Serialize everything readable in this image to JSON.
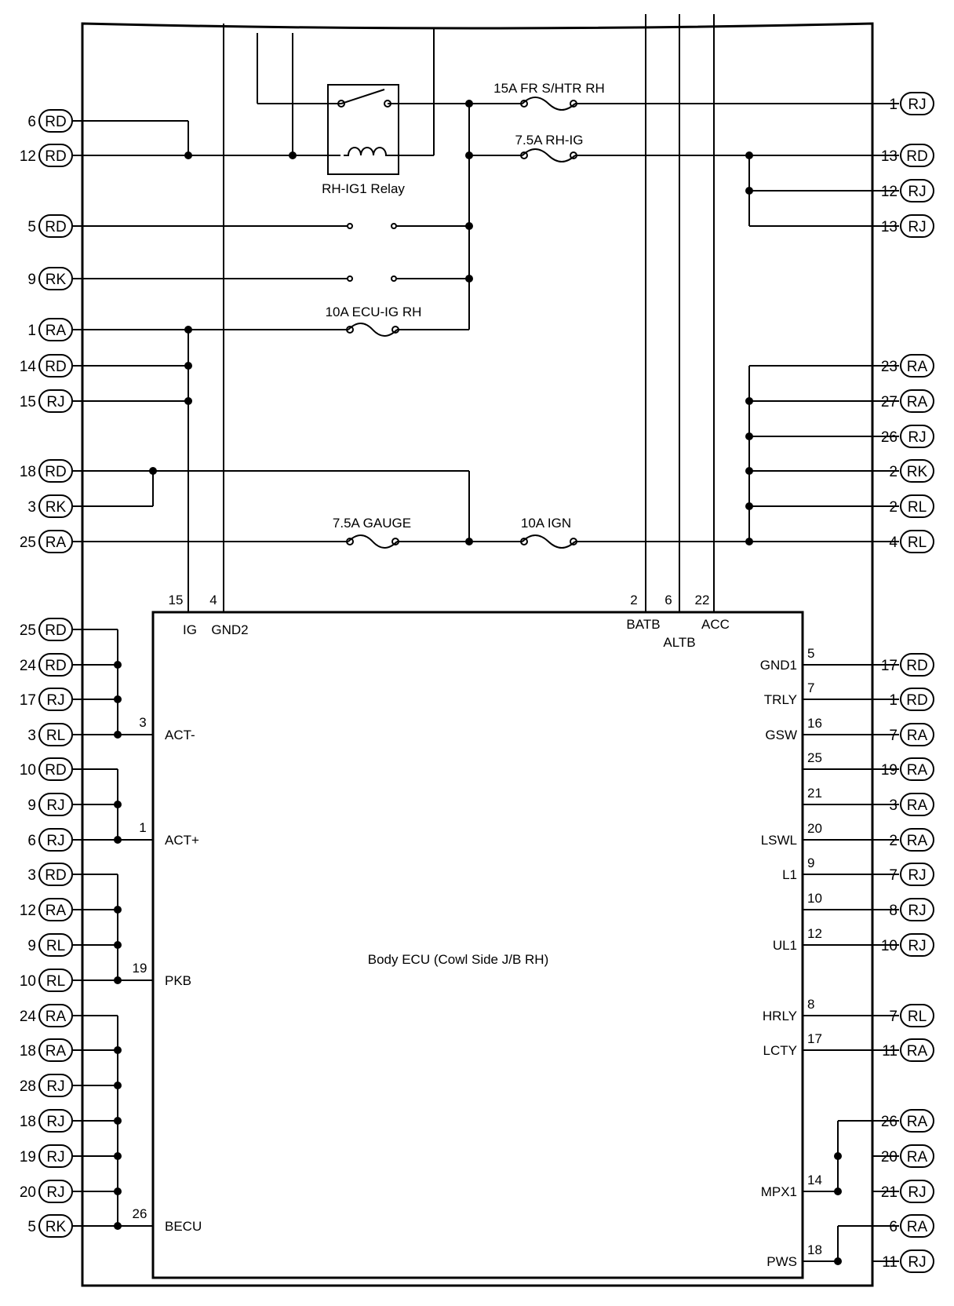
{
  "ecu": {
    "title": "Body ECU (Cowl Side J/B RH)",
    "top_pins": [
      {
        "num": "15",
        "name": "IG"
      },
      {
        "num": "4",
        "name": "GND2"
      },
      {
        "num": "2",
        "name": "BATB"
      },
      {
        "num": "6",
        "name": "ALTB"
      },
      {
        "num": "22",
        "name": "ACC"
      }
    ],
    "left_pins": [
      {
        "num": "3",
        "name": "ACT-"
      },
      {
        "num": "1",
        "name": "ACT+"
      },
      {
        "num": "19",
        "name": "PKB"
      },
      {
        "num": "26",
        "name": "BECU"
      }
    ],
    "right_pins": [
      {
        "num": "5",
        "name": "GND1"
      },
      {
        "num": "7",
        "name": "TRLY"
      },
      {
        "num": "16",
        "name": "GSW"
      },
      {
        "num": "25",
        "name": ""
      },
      {
        "num": "21",
        "name": ""
      },
      {
        "num": "20",
        "name": "LSWL"
      },
      {
        "num": "9",
        "name": "L1"
      },
      {
        "num": "10",
        "name": ""
      },
      {
        "num": "12",
        "name": "UL1"
      },
      {
        "num": "8",
        "name": "HRLY"
      },
      {
        "num": "17",
        "name": "LCTY"
      },
      {
        "num": "14",
        "name": "MPX1"
      },
      {
        "num": "18",
        "name": "PWS"
      }
    ]
  },
  "components": {
    "relay": "RH-IG1 Relay",
    "fuses": [
      "15A FR S/HTR RH",
      "7.5A RH-IG",
      "10A ECU-IG RH",
      "7.5A GAUGE",
      "10A IGN"
    ]
  },
  "left_connectors": [
    {
      "pin": "6",
      "conn": "RD"
    },
    {
      "pin": "12",
      "conn": "RD"
    },
    {
      "pin": "5",
      "conn": "RD"
    },
    {
      "pin": "9",
      "conn": "RK"
    },
    {
      "pin": "1",
      "conn": "RA"
    },
    {
      "pin": "14",
      "conn": "RD"
    },
    {
      "pin": "15",
      "conn": "RJ"
    },
    {
      "pin": "18",
      "conn": "RD"
    },
    {
      "pin": "3",
      "conn": "RK"
    },
    {
      "pin": "25",
      "conn": "RA"
    },
    {
      "pin": "25",
      "conn": "RD"
    },
    {
      "pin": "24",
      "conn": "RD"
    },
    {
      "pin": "17",
      "conn": "RJ"
    },
    {
      "pin": "3",
      "conn": "RL"
    },
    {
      "pin": "10",
      "conn": "RD"
    },
    {
      "pin": "9",
      "conn": "RJ"
    },
    {
      "pin": "6",
      "conn": "RJ"
    },
    {
      "pin": "3",
      "conn": "RD"
    },
    {
      "pin": "12",
      "conn": "RA"
    },
    {
      "pin": "9",
      "conn": "RL"
    },
    {
      "pin": "10",
      "conn": "RL"
    },
    {
      "pin": "24",
      "conn": "RA"
    },
    {
      "pin": "18",
      "conn": "RA"
    },
    {
      "pin": "28",
      "conn": "RJ"
    },
    {
      "pin": "18",
      "conn": "RJ"
    },
    {
      "pin": "19",
      "conn": "RJ"
    },
    {
      "pin": "20",
      "conn": "RJ"
    },
    {
      "pin": "5",
      "conn": "RK"
    }
  ],
  "right_connectors": [
    {
      "pin": "1",
      "conn": "RJ"
    },
    {
      "pin": "13",
      "conn": "RD"
    },
    {
      "pin": "12",
      "conn": "RJ"
    },
    {
      "pin": "13",
      "conn": "RJ"
    },
    {
      "pin": "23",
      "conn": "RA"
    },
    {
      "pin": "27",
      "conn": "RA"
    },
    {
      "pin": "26",
      "conn": "RJ"
    },
    {
      "pin": "2",
      "conn": "RK"
    },
    {
      "pin": "2",
      "conn": "RL"
    },
    {
      "pin": "4",
      "conn": "RL"
    },
    {
      "pin": "17",
      "conn": "RD"
    },
    {
      "pin": "1",
      "conn": "RD"
    },
    {
      "pin": "7",
      "conn": "RA"
    },
    {
      "pin": "19",
      "conn": "RA"
    },
    {
      "pin": "3",
      "conn": "RA"
    },
    {
      "pin": "2",
      "conn": "RA"
    },
    {
      "pin": "7",
      "conn": "RJ"
    },
    {
      "pin": "8",
      "conn": "RJ"
    },
    {
      "pin": "10",
      "conn": "RJ"
    },
    {
      "pin": "7",
      "conn": "RL"
    },
    {
      "pin": "11",
      "conn": "RA"
    },
    {
      "pin": "26",
      "conn": "RA"
    },
    {
      "pin": "20",
      "conn": "RA"
    },
    {
      "pin": "21",
      "conn": "RJ"
    },
    {
      "pin": "6",
      "conn": "RA"
    },
    {
      "pin": "11",
      "conn": "RJ"
    }
  ]
}
